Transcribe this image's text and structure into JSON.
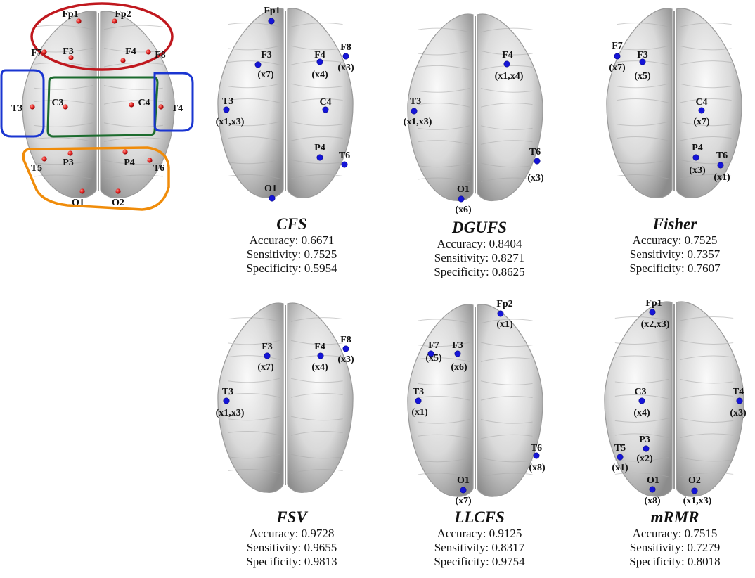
{
  "reference_map": {
    "electrodes": [
      {
        "label": "Fp1",
        "dot": [
          112,
          30
        ],
        "text": [
          100,
          19
        ]
      },
      {
        "label": "Fp2",
        "dot": [
          163,
          30
        ],
        "text": [
          175,
          19
        ]
      },
      {
        "label": "F7",
        "dot": [
          63,
          74
        ],
        "text": [
          52,
          74
        ]
      },
      {
        "label": "F3",
        "dot": [
          101,
          82
        ],
        "text": [
          97,
          72
        ]
      },
      {
        "label": "F4",
        "dot": [
          175,
          86
        ],
        "text": [
          186,
          72
        ]
      },
      {
        "label": "F8",
        "dot": [
          211,
          74
        ],
        "text": [
          228,
          77
        ]
      },
      {
        "label": "T3",
        "dot": [
          46,
          152
        ],
        "text": [
          24,
          153
        ]
      },
      {
        "label": "C3",
        "dot": [
          93,
          152
        ],
        "text": [
          82,
          145
        ]
      },
      {
        "label": "C4",
        "dot": [
          187,
          149
        ],
        "text": [
          205,
          145
        ]
      },
      {
        "label": "T4",
        "dot": [
          229,
          152
        ],
        "text": [
          252,
          153
        ]
      },
      {
        "label": "T5",
        "dot": [
          63,
          226
        ],
        "text": [
          52,
          238
        ]
      },
      {
        "label": "P3",
        "dot": [
          100,
          218
        ],
        "text": [
          97,
          230
        ]
      },
      {
        "label": "P4",
        "dot": [
          178,
          216
        ],
        "text": [
          184,
          230
        ]
      },
      {
        "label": "T6",
        "dot": [
          213,
          228
        ],
        "text": [
          226,
          238
        ]
      },
      {
        "label": "O1",
        "dot": [
          117,
          272
        ],
        "text": [
          111,
          287
        ]
      },
      {
        "label": "O2",
        "dot": [
          168,
          272
        ],
        "text": [
          168,
          287
        ]
      }
    ],
    "regions": [
      {
        "name": "frontal",
        "color": "#c0181e"
      },
      {
        "name": "left-temporal",
        "color": "#1a35d1"
      },
      {
        "name": "central",
        "color": "#1c6b2e"
      },
      {
        "name": "right-temporal",
        "color": "#1a35d1"
      },
      {
        "name": "posterior",
        "color": "#f08c0a"
      }
    ]
  },
  "panels": [
    {
      "title": "CFS",
      "accuracy": "Accuracy: 0.6671",
      "sensitivity": "Sensitivity: 0.7525",
      "specificity": "Specificity: 0.5954",
      "points": [
        {
          "label": "Fp1",
          "sub": "",
          "dot": [
            386,
            30
          ],
          "text": [
            387,
            14
          ],
          "stext": [
            0,
            0
          ]
        },
        {
          "label": "F3",
          "sub": "(x7)",
          "dot": [
            367,
            92
          ],
          "text": [
            379,
            77
          ],
          "stext": [
            378,
            105
          ]
        },
        {
          "label": "F4",
          "sub": "(x4)",
          "dot": [
            455,
            88
          ],
          "text": [
            455,
            77
          ],
          "stext": [
            455,
            105
          ]
        },
        {
          "label": "F8",
          "sub": "(x3)",
          "dot": [
            492,
            80
          ],
          "text": [
            492,
            66
          ],
          "stext": [
            492,
            95
          ]
        },
        {
          "label": "T3",
          "sub": "(x1,x3)",
          "dot": [
            322,
            156
          ],
          "text": [
            324,
            143
          ],
          "stext": [
            327,
            172
          ]
        },
        {
          "label": "C4",
          "sub": "",
          "dot": [
            463,
            156
          ],
          "text": [
            463,
            144
          ],
          "stext": [
            0,
            0
          ]
        },
        {
          "label": "P4",
          "sub": "",
          "dot": [
            455,
            224
          ],
          "text": [
            455,
            209
          ],
          "stext": [
            0,
            0
          ]
        },
        {
          "label": "T6",
          "sub": "",
          "dot": [
            490,
            234
          ],
          "text": [
            490,
            220
          ],
          "stext": [
            0,
            0
          ]
        },
        {
          "label": "O1",
          "sub": "",
          "dot": [
            387,
            282
          ],
          "text": [
            385,
            267
          ],
          "stext": [
            0,
            0
          ]
        }
      ]
    },
    {
      "title": "DGUFS",
      "accuracy": "Accuracy: 0.8404",
      "sensitivity": "Sensitivity: 0.8271",
      "specificity": "Specificity: 0.8625",
      "points": [
        {
          "label": "F4",
          "sub": "(x1,x4)",
          "dot": [
            721,
            91
          ],
          "text": [
            722,
            77
          ],
          "stext": [
            724,
            107
          ]
        },
        {
          "label": "T3",
          "sub": "(x1,x3)",
          "dot": [
            589,
            158
          ],
          "text": [
            591,
            143
          ],
          "stext": [
            594,
            172
          ]
        },
        {
          "label": "T6",
          "sub": "(x3)",
          "dot": [
            764,
            229
          ],
          "text": [
            761,
            215
          ],
          "stext": [
            762,
            252
          ]
        },
        {
          "label": "O1",
          "sub": "(x6)",
          "dot": [
            656,
            283
          ],
          "text": [
            659,
            268
          ],
          "stext": [
            659,
            297
          ]
        }
      ]
    },
    {
      "title": "Fisher",
      "accuracy": "Accuracy: 0.7525",
      "sensitivity": "Sensitivity: 0.7357",
      "specificity": "Specificity: 0.7607",
      "points": [
        {
          "label": "F7",
          "sub": "(x7)",
          "dot": [
            878,
            80
          ],
          "text": [
            878,
            64
          ],
          "stext": [
            878,
            95
          ]
        },
        {
          "label": "F3",
          "sub": "(x5)",
          "dot": [
            914,
            88
          ],
          "text": [
            914,
            77
          ],
          "stext": [
            914,
            107
          ]
        },
        {
          "label": "C4",
          "sub": "(x7)",
          "dot": [
            998,
            157
          ],
          "text": [
            998,
            144
          ],
          "stext": [
            998,
            172
          ]
        },
        {
          "label": "P4",
          "sub": "(x3)",
          "dot": [
            990,
            224
          ],
          "text": [
            992,
            209
          ],
          "stext": [
            992,
            241
          ]
        },
        {
          "label": "T6",
          "sub": "(x1)",
          "dot": [
            1025,
            235
          ],
          "text": [
            1027,
            220
          ],
          "stext": [
            1027,
            251
          ]
        }
      ]
    },
    {
      "title": "FSV",
      "accuracy": "Accuracy: 0.9728",
      "sensitivity": "Sensitivity: 0.9655",
      "specificity": "Specificity: 0.9813",
      "points": [
        {
          "label": "F3",
          "sub": "(x7)",
          "dot": [
            380,
            506
          ],
          "text": [
            380,
            492
          ],
          "stext": [
            378,
            521
          ]
        },
        {
          "label": "F4",
          "sub": "(x4)",
          "dot": [
            456,
            506
          ],
          "text": [
            455,
            492
          ],
          "stext": [
            455,
            521
          ]
        },
        {
          "label": "F8",
          "sub": "(x3)",
          "dot": [
            492,
            496
          ],
          "text": [
            492,
            482
          ],
          "stext": [
            492,
            510
          ]
        },
        {
          "label": "T3",
          "sub": "(x1,x3)",
          "dot": [
            322,
            570
          ],
          "text": [
            324,
            556
          ],
          "stext": [
            327,
            586
          ]
        }
      ]
    },
    {
      "title": "LLCFS",
      "accuracy": "Accuracy: 0.9125",
      "sensitivity": "Sensitivity: 0.8317",
      "specificity": "Specificity: 0.9754",
      "points": [
        {
          "label": "Fp2",
          "sub": "(x1)",
          "dot": [
            712,
            446
          ],
          "text": [
            718,
            431
          ],
          "stext": [
            718,
            460
          ]
        },
        {
          "label": "F7",
          "sub": "(x5)",
          "dot": [
            613,
            503
          ],
          "text": [
            617,
            490
          ],
          "stext": [
            617,
            508
          ]
        },
        {
          "label": "F3",
          "sub": "(x6)",
          "dot": [
            651,
            503
          ],
          "text": [
            651,
            490
          ],
          "stext": [
            653,
            521
          ]
        },
        {
          "label": "T3",
          "sub": "(x1)",
          "dot": [
            595,
            570
          ],
          "text": [
            595,
            556
          ],
          "stext": [
            597,
            585
          ]
        },
        {
          "label": "T6",
          "sub": "(x8)",
          "dot": [
            763,
            648
          ],
          "text": [
            763,
            636
          ],
          "stext": [
            764,
            664
          ]
        },
        {
          "label": "O1",
          "sub": "(x7)",
          "dot": [
            659,
            697
          ],
          "text": [
            659,
            682
          ],
          "stext": [
            659,
            711
          ]
        }
      ]
    },
    {
      "title": "mRMR",
      "accuracy": "Accuracy: 0.7515",
      "sensitivity": "Sensitivity: 0.7279",
      "specificity": "Specificity: 0.8018",
      "points": [
        {
          "label": "Fp1",
          "sub": "(x2,x3)",
          "dot": [
            928,
            444
          ],
          "text": [
            930,
            430
          ],
          "stext": [
            932,
            460
          ]
        },
        {
          "label": "C3",
          "sub": "(x4)",
          "dot": [
            913,
            570
          ],
          "text": [
            911,
            556
          ],
          "stext": [
            913,
            586
          ]
        },
        {
          "label": "T4",
          "sub": "(x3)",
          "dot": [
            1052,
            570
          ],
          "text": [
            1050,
            556
          ],
          "stext": [
            1050,
            586
          ]
        },
        {
          "label": "P3",
          "sub": "(x2)",
          "dot": [
            919,
            638
          ],
          "text": [
            917,
            624
          ],
          "stext": [
            917,
            651
          ]
        },
        {
          "label": "T5",
          "sub": "(x1)",
          "dot": [
            882,
            650
          ],
          "text": [
            882,
            636
          ],
          "stext": [
            882,
            664
          ]
        },
        {
          "label": "O1",
          "sub": "(x8)",
          "dot": [
            928,
            696
          ],
          "text": [
            929,
            682
          ],
          "stext": [
            928,
            711
          ]
        },
        {
          "label": "O2",
          "sub": "(x1,x3)",
          "dot": [
            988,
            698
          ],
          "text": [
            988,
            682
          ],
          "stext": [
            992,
            711
          ]
        }
      ]
    }
  ]
}
